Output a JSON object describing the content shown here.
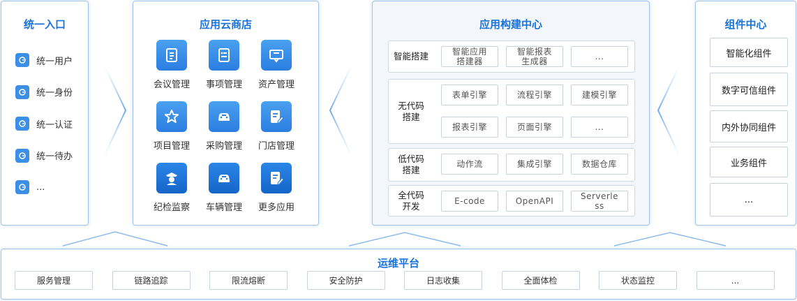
{
  "entry": {
    "title": "统一入口",
    "items": [
      "统一用户",
      "统一身份",
      "统一认证",
      "统一待办",
      "..."
    ]
  },
  "store": {
    "title": "应用云商店",
    "apps": [
      {
        "label": "会议管理",
        "icon": "meeting-icon"
      },
      {
        "label": "事项管理",
        "icon": "task-icon"
      },
      {
        "label": "资产管理",
        "icon": "asset-icon"
      },
      {
        "label": "项目管理",
        "icon": "star-icon"
      },
      {
        "label": "采购管理",
        "icon": "car-icon"
      },
      {
        "label": "门店管理",
        "icon": "edit-doc-icon"
      },
      {
        "label": "纪检监察",
        "icon": "officer-icon"
      },
      {
        "label": "车辆管理",
        "icon": "car-icon"
      },
      {
        "label": "更多应用",
        "icon": "edit-doc-icon"
      }
    ]
  },
  "build": {
    "title": "应用构建中心",
    "rows": [
      {
        "label": "智能搭建",
        "chips": [
          "智能应用搭建器",
          "智能报表生成器",
          "..."
        ]
      },
      {
        "label": "无代码搭建",
        "chips": [
          "表单引擎",
          "流程引擎",
          "建模引擎",
          "报表引擎",
          "页面引擎",
          "..."
        ]
      },
      {
        "label": "低代码搭建",
        "chips": [
          "动作流",
          "集成引擎",
          "数据仓库"
        ]
      },
      {
        "label": "全代码开发",
        "chips": [
          "E-code",
          "OpenAPI",
          "Serverless"
        ]
      }
    ]
  },
  "components": {
    "title": "组件中心",
    "items": [
      "智能化组件",
      "数字可信组件",
      "内外协同组件",
      "业务组件",
      "..."
    ]
  },
  "ops": {
    "title": "运维平台",
    "items": [
      "服务管理",
      "链路追踪",
      "限流熔断",
      "安全防护",
      "日志收集",
      "全面体检",
      "状态监控",
      "..."
    ]
  }
}
